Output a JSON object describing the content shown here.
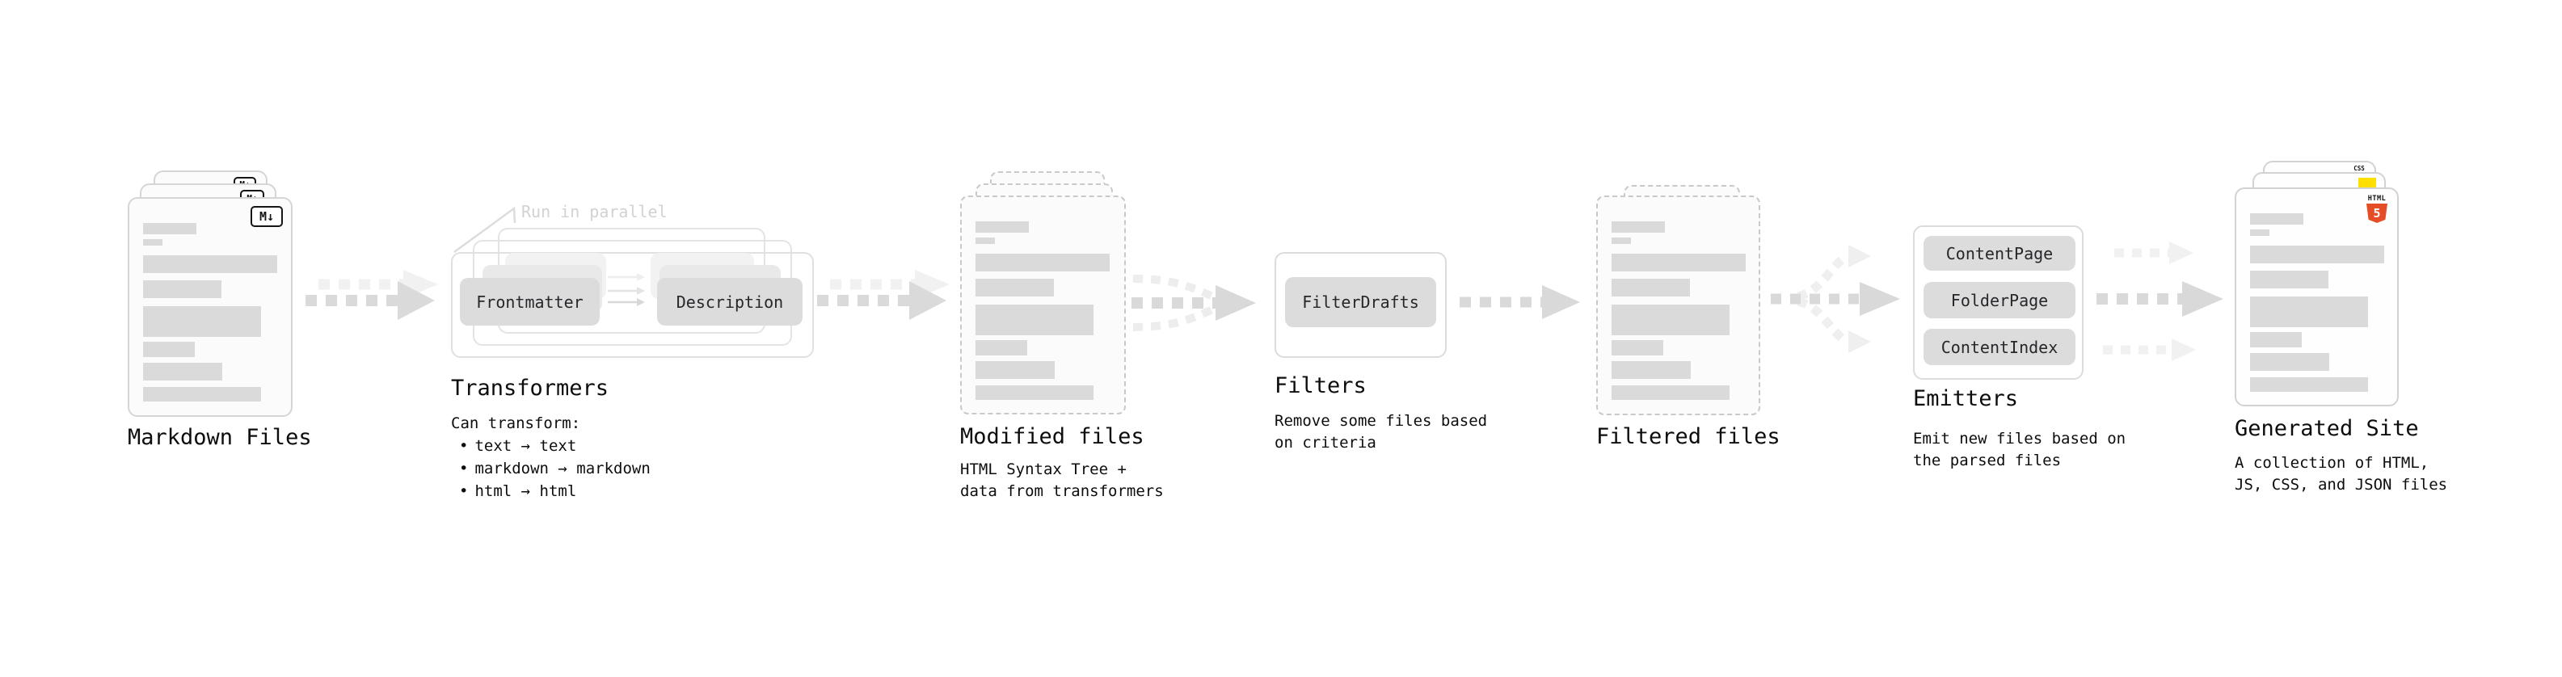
{
  "diagram": {
    "markdown_files": {
      "label": "Markdown Files",
      "file_badge": "M↓"
    },
    "transformers": {
      "label": "Transformers",
      "annotation": "Run in parallel",
      "steps": [
        "Frontmatter",
        "Description"
      ],
      "note_title": "Can transform:",
      "bullet_glyph": "•",
      "bullets": [
        "text → text",
        "markdown → markdown",
        "html → html"
      ]
    },
    "modified_files": {
      "label": "Modified files",
      "description": [
        "HTML Syntax Tree +",
        "data from transformers"
      ]
    },
    "filters": {
      "label": "Filters",
      "steps": [
        "FilterDrafts"
      ],
      "description": [
        "Remove some files based",
        "on criteria"
      ]
    },
    "filtered_files": {
      "label": "Filtered files"
    },
    "emitters": {
      "label": "Emitters",
      "steps": [
        "ContentPage",
        "FolderPage",
        "ContentIndex"
      ],
      "description": [
        "Emit new files based on",
        "the parsed files"
      ]
    },
    "generated_site": {
      "label": "Generated Site",
      "description": [
        "A collection of HTML,",
        "JS, CSS, and JSON files"
      ],
      "html5_badge": {
        "title": "HTML",
        "number": "5"
      },
      "css_badge": "CSS"
    }
  },
  "colors": {
    "text": "#111111",
    "annotation_muted": "#d2d2d2",
    "card_border": "#d5d5d5",
    "bar_fill": "#dadada",
    "pill_fill": "#dcdcdc",
    "arrow": "#d9d9d9",
    "arrow_echo": "#f1f1f1",
    "html5_orange": "#e44d26",
    "js_yellow": "#ffdf00",
    "css_blue": "#2f6df6"
  }
}
